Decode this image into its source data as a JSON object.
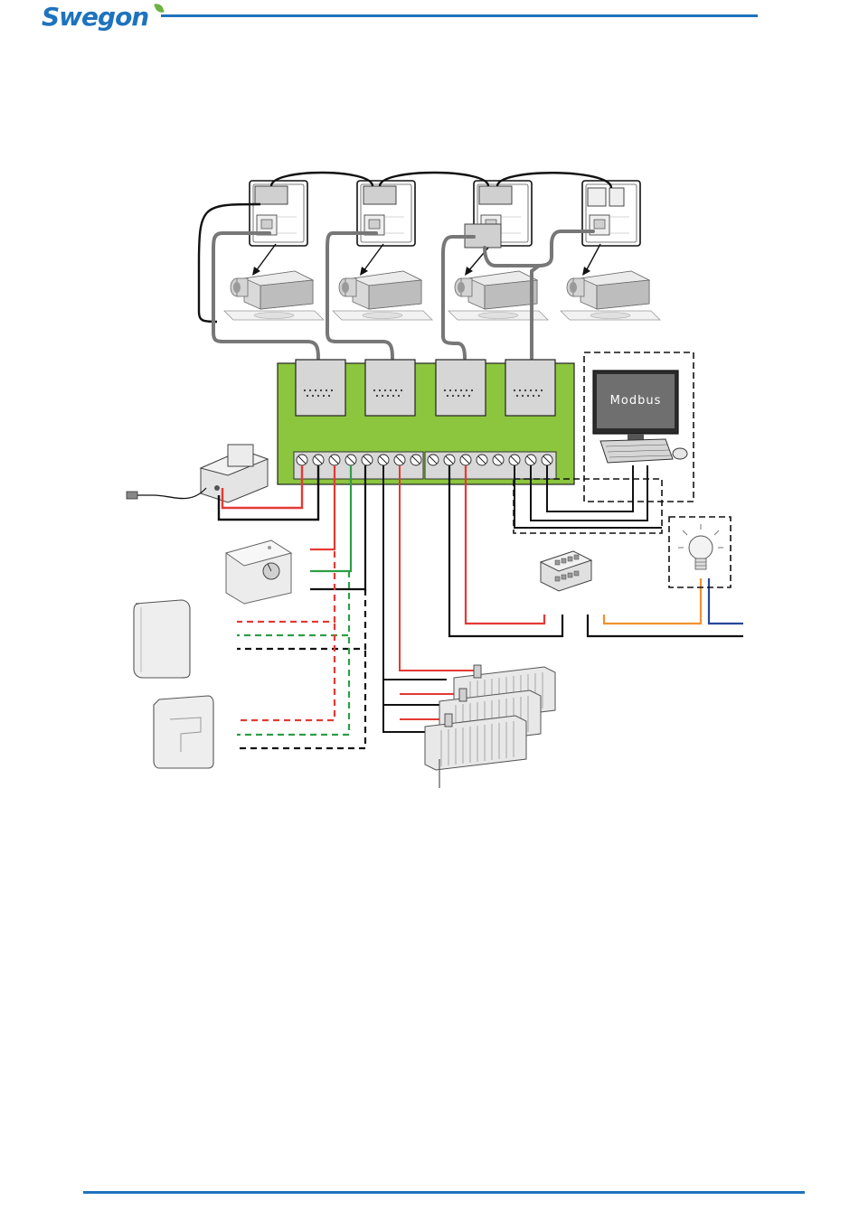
{
  "brand": {
    "logo_text": "Swegon"
  },
  "diagram": {
    "computer_label": "Modbus"
  },
  "colors": {
    "brand_blue": "#1e73be",
    "board_green": "#8cc63f",
    "wire_red": "#e53935",
    "wire_green": "#2e9e44",
    "wire_black": "#111111",
    "wire_orange": "#f0922e",
    "wire_blue": "#27479a",
    "cable_gray": "#777777"
  },
  "icons": [
    "swegon-logo",
    "ceiling-cassette-unit",
    "control-box",
    "controller-board",
    "terminal-block",
    "transformer-icon",
    "power-plug-icon",
    "room-thermostat-icon",
    "wall-sensor-icon",
    "computer-monitor-icon",
    "keyboard-icon",
    "mouse-icon",
    "light-bulb-icon",
    "relay-module-icon",
    "radiator-icon"
  ]
}
